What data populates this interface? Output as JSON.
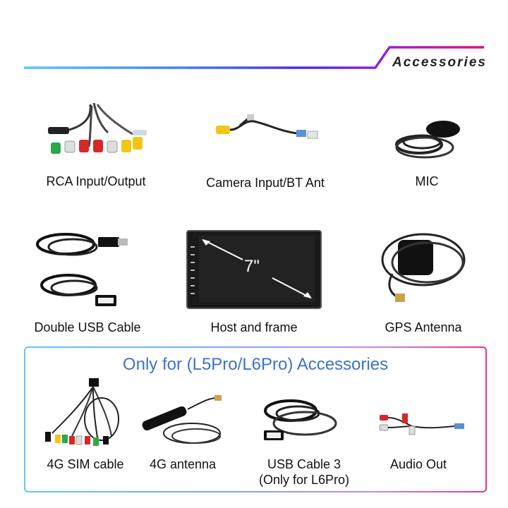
{
  "header": {
    "title": "Accessories"
  },
  "top_items": [
    {
      "label": "RCA Input/Output"
    },
    {
      "label": "Camera Input/BT Ant"
    },
    {
      "label": "MIC"
    }
  ],
  "middle_items": [
    {
      "label": "Double USB Cable"
    },
    {
      "label": "Host and frame",
      "screen_size": "7\""
    },
    {
      "label": "GPS Antenna"
    }
  ],
  "special_section": {
    "title": "Only for (L5Pro/L6Pro) Accessories",
    "items": [
      {
        "label": "4G SIM cable"
      },
      {
        "label": "4G antenna"
      },
      {
        "label": "USB Cable 3",
        "note": "(Only for L6Pro)"
      },
      {
        "label": "Audio Out"
      }
    ]
  }
}
